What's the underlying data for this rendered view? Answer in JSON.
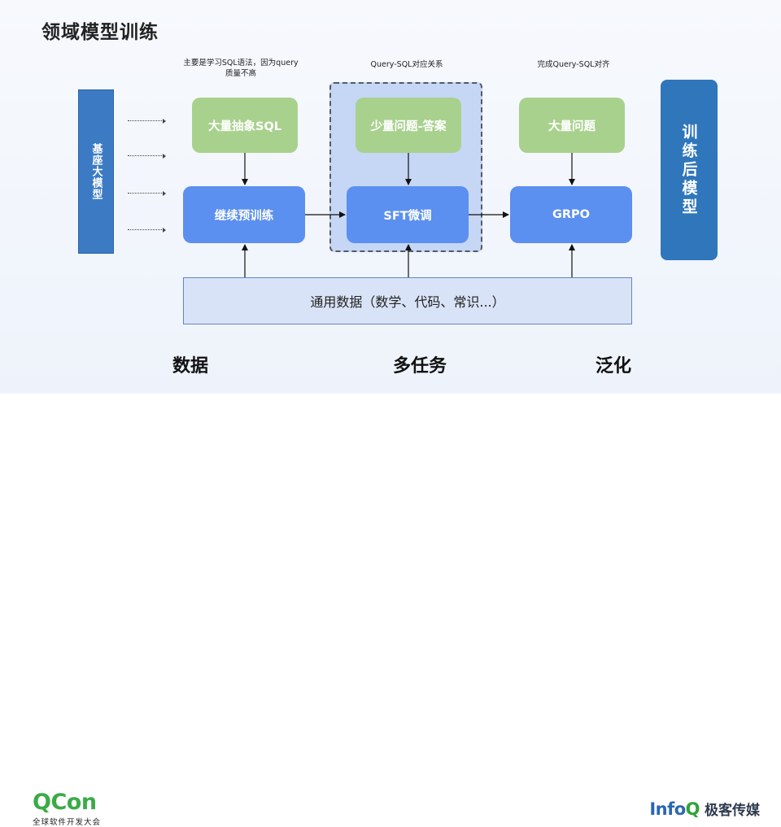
{
  "title": "领域模型训练",
  "notes": {
    "continue_pretrain": "主要是学习SQL语法，因为query质量不高",
    "sft": "Query-SQL对应关系",
    "grpo": "完成Query-SQL对齐"
  },
  "base_model": "基座大模型",
  "final_model": "训练后模型",
  "data_boxes": {
    "sql_abstract": "大量抽象SQL",
    "qa_pairs": "少量问题-答案",
    "questions": "大量问题"
  },
  "stages": {
    "continue_pretrain": "继续预训练",
    "sft": "SFT微调",
    "grpo": "GRPO"
  },
  "general_data": "通用数据（数学、代码、常识...）",
  "bottom_labels": {
    "data": "数据",
    "multitask": "多任务",
    "generalize": "泛化"
  },
  "footer": {
    "qcon_logo": "QCon",
    "qcon_subtitle": "全球软件开发大会",
    "infoq_logo_main": "Info",
    "infoq_logo_q": "Q",
    "infoq_cn": "极客传媒"
  },
  "colors": {
    "green_box": "#a9d18e",
    "blue_box": "#5b8ff0",
    "base_box": "#3c7bc4",
    "final_box": "#2f76bb",
    "sft_region": "#c6d6f5",
    "general_box": "#d9e3f7"
  }
}
